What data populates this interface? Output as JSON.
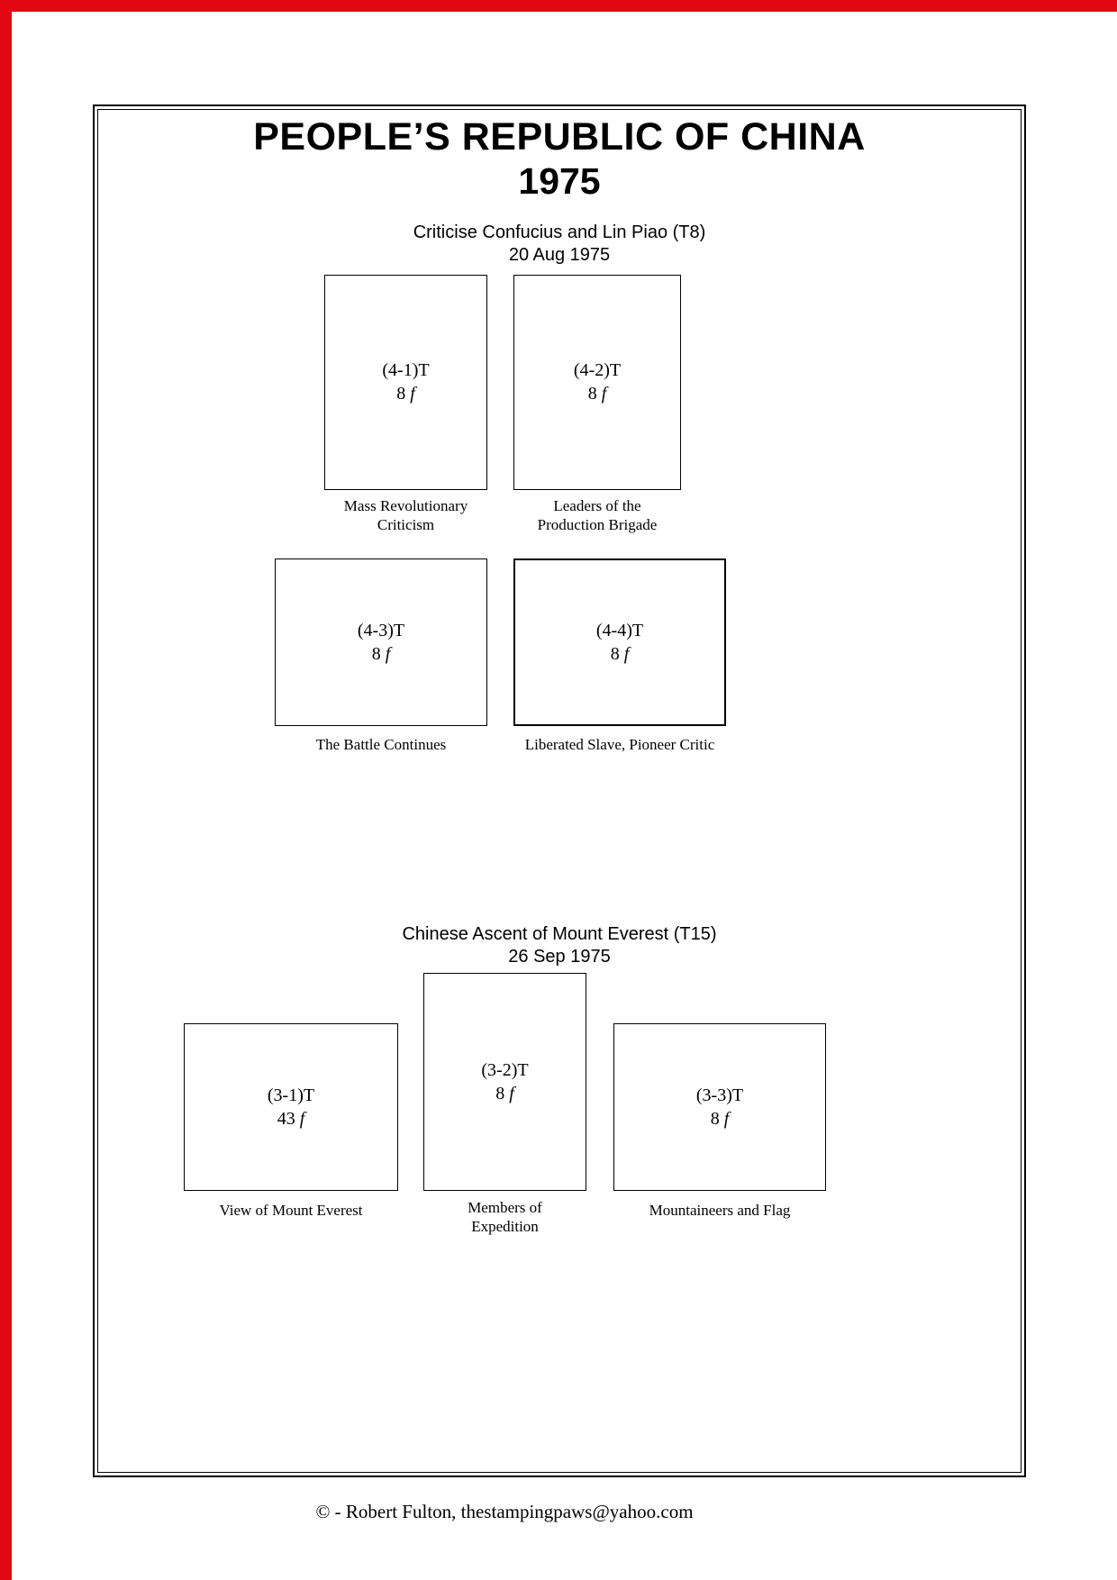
{
  "page": {
    "title": "PEOPLE’S REPUBLIC OF CHINA",
    "year": "1975",
    "footer": "© -  Robert Fulton, thestampingpaws@yahoo.com"
  },
  "colors": {
    "edge_red": "#e30613"
  },
  "sections": [
    {
      "heading": "Criticise Confucius and Lin Piao (T8)",
      "date": "20 Aug 1975"
    },
    {
      "heading": "Chinese Ascent of Mount Everest (T15)",
      "date": "26 Sep 1975"
    }
  ],
  "stamps": [
    {
      "code": "(4-1)T",
      "denom": "8",
      "unit": "f",
      "caption": "Mass Revolutionary\nCriticism"
    },
    {
      "code": "(4-2)T",
      "denom": "8",
      "unit": "f",
      "caption": "Leaders of the\nProduction Brigade"
    },
    {
      "code": "(4-3)T",
      "denom": "8",
      "unit": "f",
      "caption": "The Battle Continues"
    },
    {
      "code": "(4-4)T",
      "denom": "8",
      "unit": "f",
      "caption": "Liberated Slave, Pioneer Critic"
    },
    {
      "code": "(3-1)T",
      "denom": "43",
      "unit": "f",
      "caption": "View of Mount Everest"
    },
    {
      "code": "(3-2)T",
      "denom": "8",
      "unit": "f",
      "caption": "Members of\nExpedition"
    },
    {
      "code": "(3-3)T",
      "denom": "8",
      "unit": "f",
      "caption": "Mountaineers and Flag"
    }
  ]
}
